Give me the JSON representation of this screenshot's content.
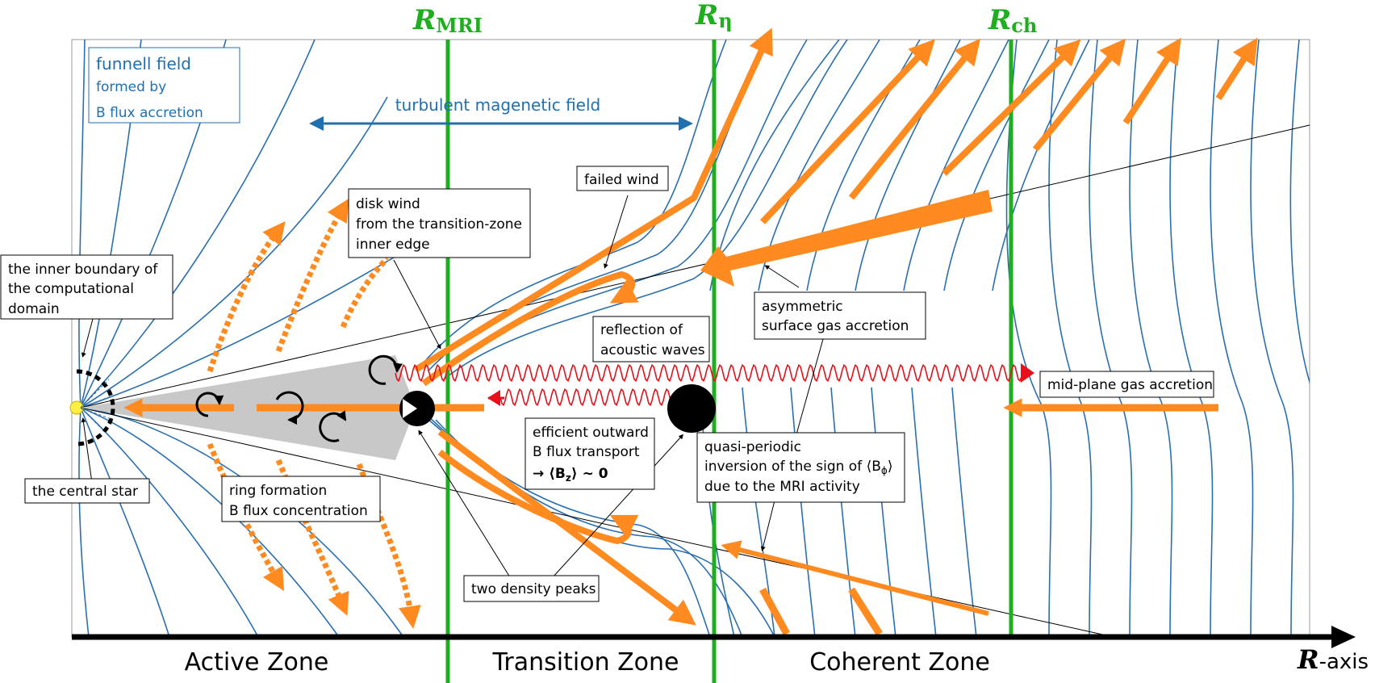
{
  "radii": {
    "mri": {
      "base": "R",
      "sub": "MRI"
    },
    "eta": {
      "base": "R",
      "sub": "η"
    },
    "ch": {
      "base": "R",
      "sub": "ch"
    }
  },
  "zones": {
    "active": "Active Zone",
    "transition": "Transition Zone",
    "coherent": "Coherent Zone"
  },
  "axis": {
    "symbol": "R",
    "suffix": "-axis"
  },
  "funnel_box": {
    "line1": "funnell field",
    "line2": "formed by",
    "line3": "B flux accretion"
  },
  "turbulent_label": "turbulent magenetic field",
  "labels": {
    "inner_boundary": [
      "the inner boundary of",
      "the computational",
      "domain"
    ],
    "central_star": "the central star",
    "disk_wind": [
      "disk wind",
      "from the transition-zone",
      "inner edge"
    ],
    "failed_wind": "failed wind",
    "asymmetric": [
      "asymmetric",
      "surface gas accretion"
    ],
    "reflection": [
      "reflection of",
      "acoustic waves"
    ],
    "midplane": "mid-plane gas accretion",
    "efficient": [
      "efficient outward",
      "B flux transport",
      "→ ⟨B",
      "z",
      "⟩ ∼ 0"
    ],
    "quasi": [
      "quasi-periodic",
      "inversion of the sign of ⟨B",
      "ϕ",
      "⟩",
      "due to the MRI activity"
    ],
    "ring": [
      "ring formation",
      "B flux concentration"
    ],
    "two_peaks": "two density peaks"
  },
  "colors": {
    "green": "#1fae1f",
    "orange": "#ff8a1f",
    "blue": "#2a6fb0",
    "red": "#e8101a",
    "disk_gray": "#c8c8c8",
    "star": "#ffee44"
  }
}
